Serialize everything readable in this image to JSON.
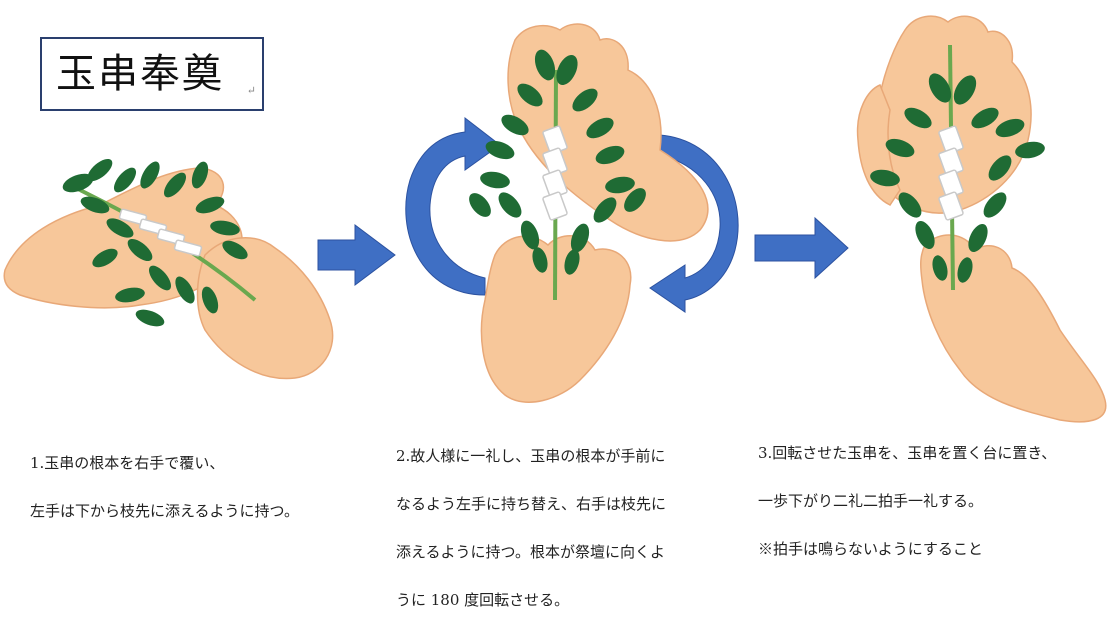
{
  "title": "玉串奉奠",
  "title_mark": "↵",
  "steps": [
    {
      "lines": [
        "1.玉串の根本を右手で覆い、",
        "左手は下から枝先に添えるように持つ。"
      ]
    },
    {
      "lines": [
        "2.故人様に一礼し、玉串の根本が手前に",
        "なるよう左手に持ち替え、右手は枝先に",
        "添えるように持つ。根本が祭壇に向くよ",
        "うに 180 度回転させる。"
      ]
    },
    {
      "lines": [
        "3.回転させた玉串を、玉串を置く台に置き、",
        "一歩下がり二礼二拍手一礼する。",
        "※拍手は鳴らないようにすること"
      ]
    }
  ],
  "colors": {
    "skin": "#f7c79a",
    "skin_shadow": "#e8a878",
    "leaf": "#1f6b34",
    "stem": "#6aa84f",
    "arrow": "#3f6fc4",
    "arrow_dark": "#2c52a0",
    "title_border": "#2a3f6e"
  }
}
